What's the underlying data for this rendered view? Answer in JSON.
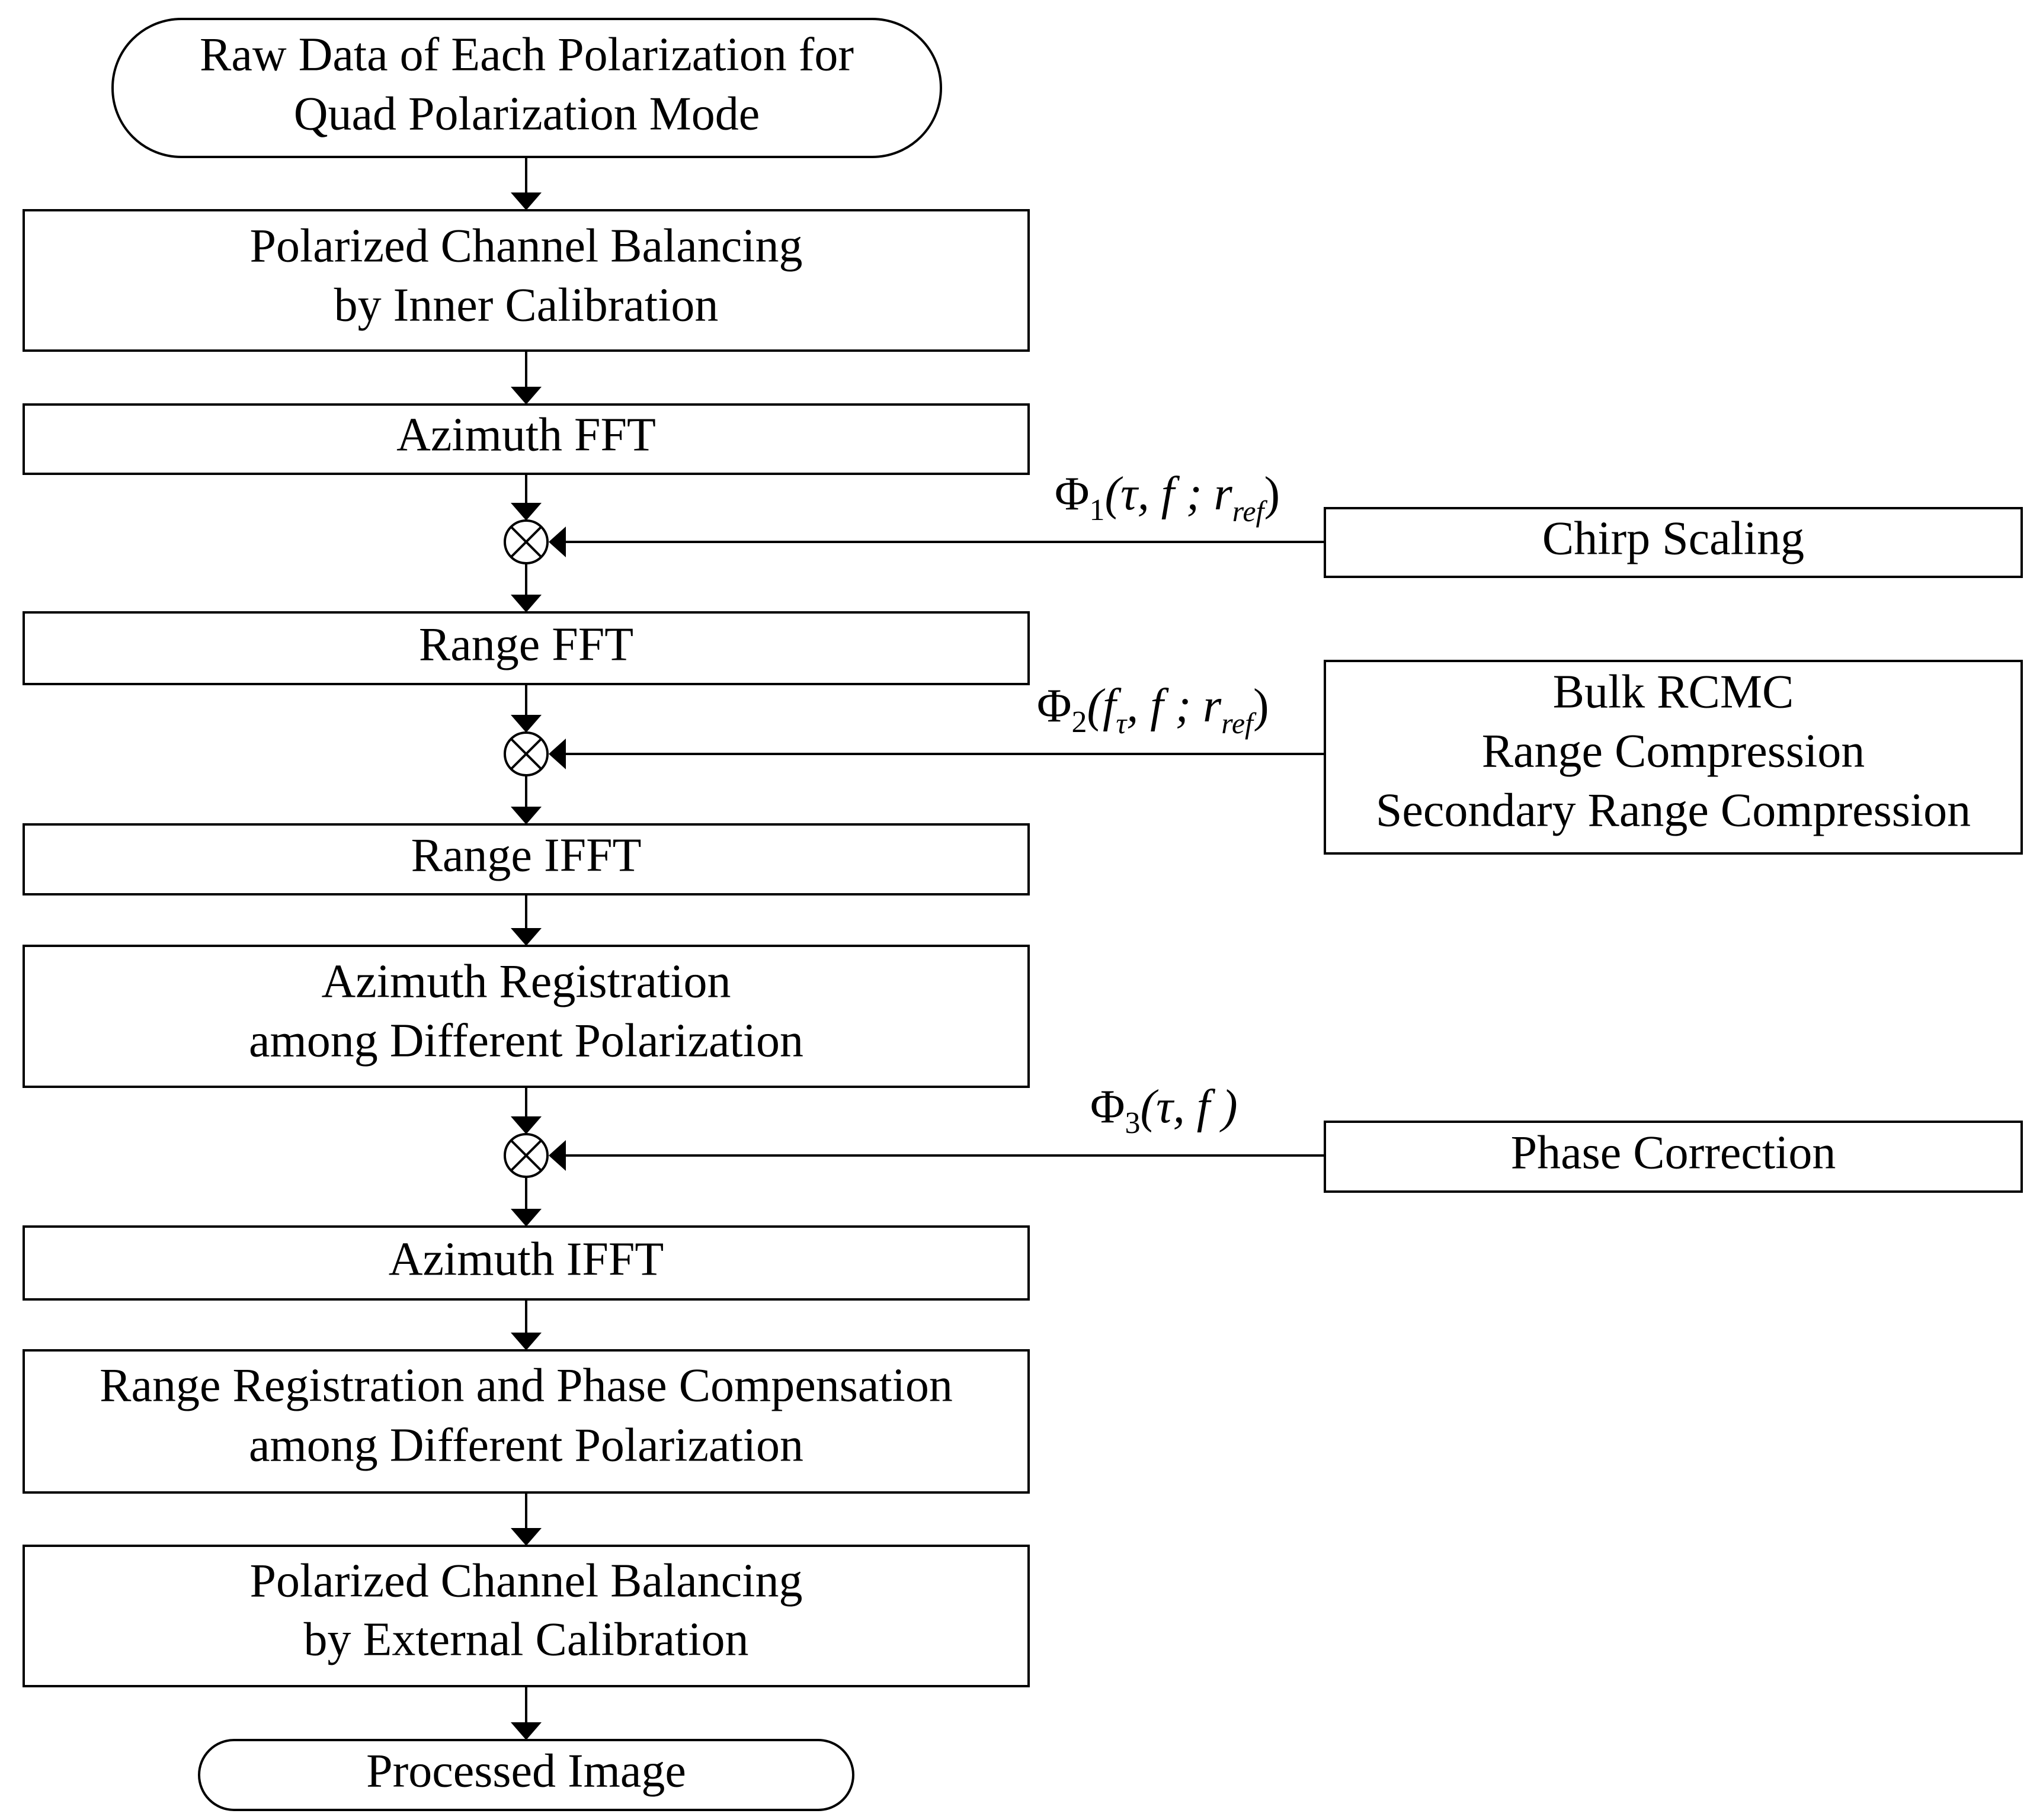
{
  "flow": {
    "start": {
      "line1": "Raw Data of Each Polarization for",
      "line2": "Quad Polarization Mode"
    },
    "steps": [
      {
        "line1": "Polarized Channel Balancing",
        "line2": "by Inner Calibration"
      },
      {
        "line1": "Azimuth FFT"
      },
      {
        "line1": "Range FFT"
      },
      {
        "line1": "Range IFFT"
      },
      {
        "line1": "Azimuth Registration",
        "line2": "among Different Polarization"
      },
      {
        "line1": "Azimuth IFFT"
      },
      {
        "line1": "Range Registration and Phase Compensation",
        "line2": "among Different Polarization"
      },
      {
        "line1": "Polarized Channel Balancing",
        "line2": "by External Calibration"
      }
    ],
    "end": {
      "line1": "Processed Image"
    }
  },
  "side": {
    "chirp_scaling": {
      "line1": "Chirp Scaling"
    },
    "bulk": {
      "line1": "Bulk RCMC",
      "line2": "Range Compression",
      "line3": "Secondary Range Compression"
    },
    "phase_correction": {
      "line1": "Phase Correction"
    }
  },
  "multipliers": {
    "phi1": {
      "symbol": "Φ",
      "sub": "1",
      "args": "(τ, f ; r",
      "args_sub": "ref",
      "close": ")"
    },
    "phi2": {
      "symbol": "Φ",
      "sub": "2",
      "open": "(f",
      "open_sub": "τ",
      "args": ", f ; r",
      "args_sub": "ref",
      "close": ")"
    },
    "phi3": {
      "symbol": "Φ",
      "sub": "3",
      "args": "(τ, f )"
    },
    "mixer_symbol": "⊗"
  }
}
